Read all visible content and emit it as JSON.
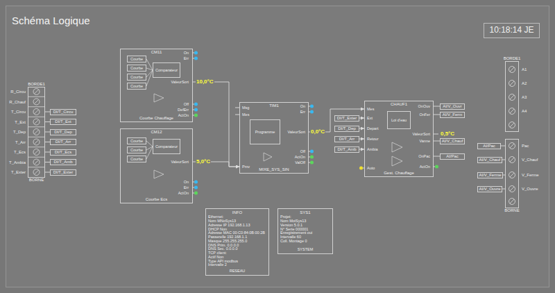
{
  "diagram": {
    "title": "Schéma Logique",
    "nodes": [
      {
        "text": [
          "10:18:14 JE"
        ]
      },
      {
        "text": [
          "BORDE1",
          "BORNE"
        ]
      },
      {
        "text": [
          "DI/T_Circu"
        ]
      },
      {
        "text": [
          "DI/T_Ext"
        ]
      },
      {
        "text": [
          "DI/T_Dep"
        ]
      },
      {
        "text": [
          "DI/T_Arr"
        ]
      },
      {
        "text": [
          "DI/T_Ecs"
        ]
      },
      {
        "text": [
          "DI/T_Amb"
        ]
      },
      {
        "text": [
          "DI/T_Exter"
        ]
      },
      {
        "text": [
          "CM11",
          "Courbe Chauffage"
        ]
      },
      {
        "text": [
          "Courbe"
        ],
        "in": 9
      },
      {
        "text": [
          "Courbe"
        ],
        "in": 9
      },
      {
        "text": [
          "Courbe"
        ],
        "in": 9
      },
      {
        "text": [
          "Courbe"
        ],
        "in": 9
      },
      {
        "text": [
          "Comparateur"
        ],
        "in": 9
      },
      {
        "text": [
          "CM12",
          "Courbe Ecs"
        ]
      },
      {
        "text": [
          "Courbe"
        ],
        "in": 15
      },
      {
        "text": [
          "Courbe"
        ],
        "in": 15
      },
      {
        "text": [
          "Courbe"
        ],
        "in": 15
      },
      {
        "text": [
          "Comparateur"
        ],
        "in": 15
      },
      {
        "text": [
          "TIM1",
          "MIXE_SYS_SIN"
        ]
      },
      {
        "text": [
          "Programme"
        ],
        "in": 20
      },
      {
        "text": [
          "DI/T_Exter"
        ]
      },
      {
        "text": [
          "DI/T_Dep"
        ]
      },
      {
        "text": [
          "DI/T_Arr"
        ]
      },
      {
        "text": [
          "DI/T_Amb"
        ]
      },
      {
        "text": [
          "CHAUF1",
          "Gest. Chauffage"
        ]
      },
      {
        "text": [
          "Loi d'eau"
        ],
        "in": 26
      },
      {
        "text": [
          "AI/V_Ouvr"
        ]
      },
      {
        "text": [
          "AI/V_Ferm"
        ]
      },
      {
        "text": [
          "AI/V_Chauf"
        ]
      },
      {
        "text": [
          "AI/Pac"
        ]
      },
      {
        "text": [
          "BORDE1"
        ]
      },
      {
        "text": [
          "AI/Pac"
        ]
      },
      {
        "text": [
          "AI/V_Chauf"
        ]
      },
      {
        "text": [
          "AI/V_Ferme"
        ]
      },
      {
        "text": [
          "AI/V_Ouvre"
        ]
      },
      {
        "text": [
          "BORNE"
        ]
      },
      {
        "text": [
          "INFO",
          "Ethernet:",
          "Nom MNoSys13",
          "Adresse IP 192.168.1.13",
          "DHCP Non",
          "Adresse MAC 00:C0:84:0B:00:2B",
          "Passerelle 192.168.1.1",
          "Masque 255.255.255.0",
          "DNS Prim. 0.0.0.0",
          "DNS Sec. 0.0.0.0",
          "TCP client:",
          "Actif Non",
          "Type API modbus",
          "Intervalle 2",
          "RESEAU"
        ]
      },
      {
        "text": [
          "SYS1",
          "Projet:",
          "Nom MoiSys13",
          "Version 5.0.1",
          "N° Serie 000001",
          "Enregistrement oui",
          "Intervalle 60",
          "Coll. Montage 0",
          "SYSTEM"
        ]
      }
    ],
    "edges": [
      {
        "from": 1,
        "to": 2,
        "arrow": "none"
      },
      {
        "from": 1,
        "to": 3,
        "arrow": "none"
      },
      {
        "from": 1,
        "to": 4,
        "arrow": "none"
      },
      {
        "from": 1,
        "to": 5,
        "arrow": "none"
      },
      {
        "from": 1,
        "to": 6,
        "arrow": "none"
      },
      {
        "from": 1,
        "to": 7,
        "arrow": "none"
      },
      {
        "from": 1,
        "to": 8,
        "arrow": "none"
      },
      {
        "from": 9,
        "to": 20,
        "arrow": "to"
      },
      {
        "from": 15,
        "to": 20,
        "arrow": "to"
      },
      {
        "from": 20,
        "to": 26,
        "arrow": "to"
      },
      {
        "from": 22,
        "to": 26,
        "arrow": "to"
      },
      {
        "from": 23,
        "to": 26,
        "arrow": "to"
      },
      {
        "from": 24,
        "to": 26,
        "arrow": "to"
      },
      {
        "from": 25,
        "to": 26,
        "arrow": "to"
      },
      {
        "from": 26,
        "to": 28,
        "arrow": "none"
      },
      {
        "from": 26,
        "to": 29,
        "arrow": "none"
      },
      {
        "from": 26,
        "to": 30,
        "arrow": "none"
      },
      {
        "from": 26,
        "to": 31,
        "arrow": "none"
      },
      {
        "from": 33,
        "to": 37,
        "arrow": "none"
      },
      {
        "from": 34,
        "to": 37,
        "arrow": "none"
      },
      {
        "from": 35,
        "to": 37,
        "arrow": "none"
      },
      {
        "from": 36,
        "to": 37,
        "arrow": "none"
      }
    ],
    "labels": [
      "R_Circu",
      "R_Chauf",
      "T_Circu",
      "T_Ext",
      "T_Dep",
      "T_Arr",
      "T_Ecs",
      "T_Ambia",
      "T_Exter",
      "On",
      "Err",
      "ValeurSort",
      "Off",
      "DefErr",
      "ActOn",
      "10,0°C",
      "ValeurSort",
      "On",
      "Err",
      "ActOn",
      "5,0°C",
      "Msg",
      "Mes",
      "Pmv",
      "On",
      "Err",
      "ValeurSort",
      "Off",
      "ActOn",
      "ValOff",
      "0,0°C",
      "Mes",
      "Ext",
      "Depart",
      "Retour",
      "Ambia",
      "Auto",
      "OnOuv",
      "OnFer",
      "ValeurSort",
      "Vanne",
      "OnPac",
      "ActOn",
      "0,5°C",
      "A1",
      "A2",
      "A3",
      "A4",
      "Pac",
      "V_Chauf",
      "V_Ferme",
      "V_Ouvre"
    ]
  }
}
